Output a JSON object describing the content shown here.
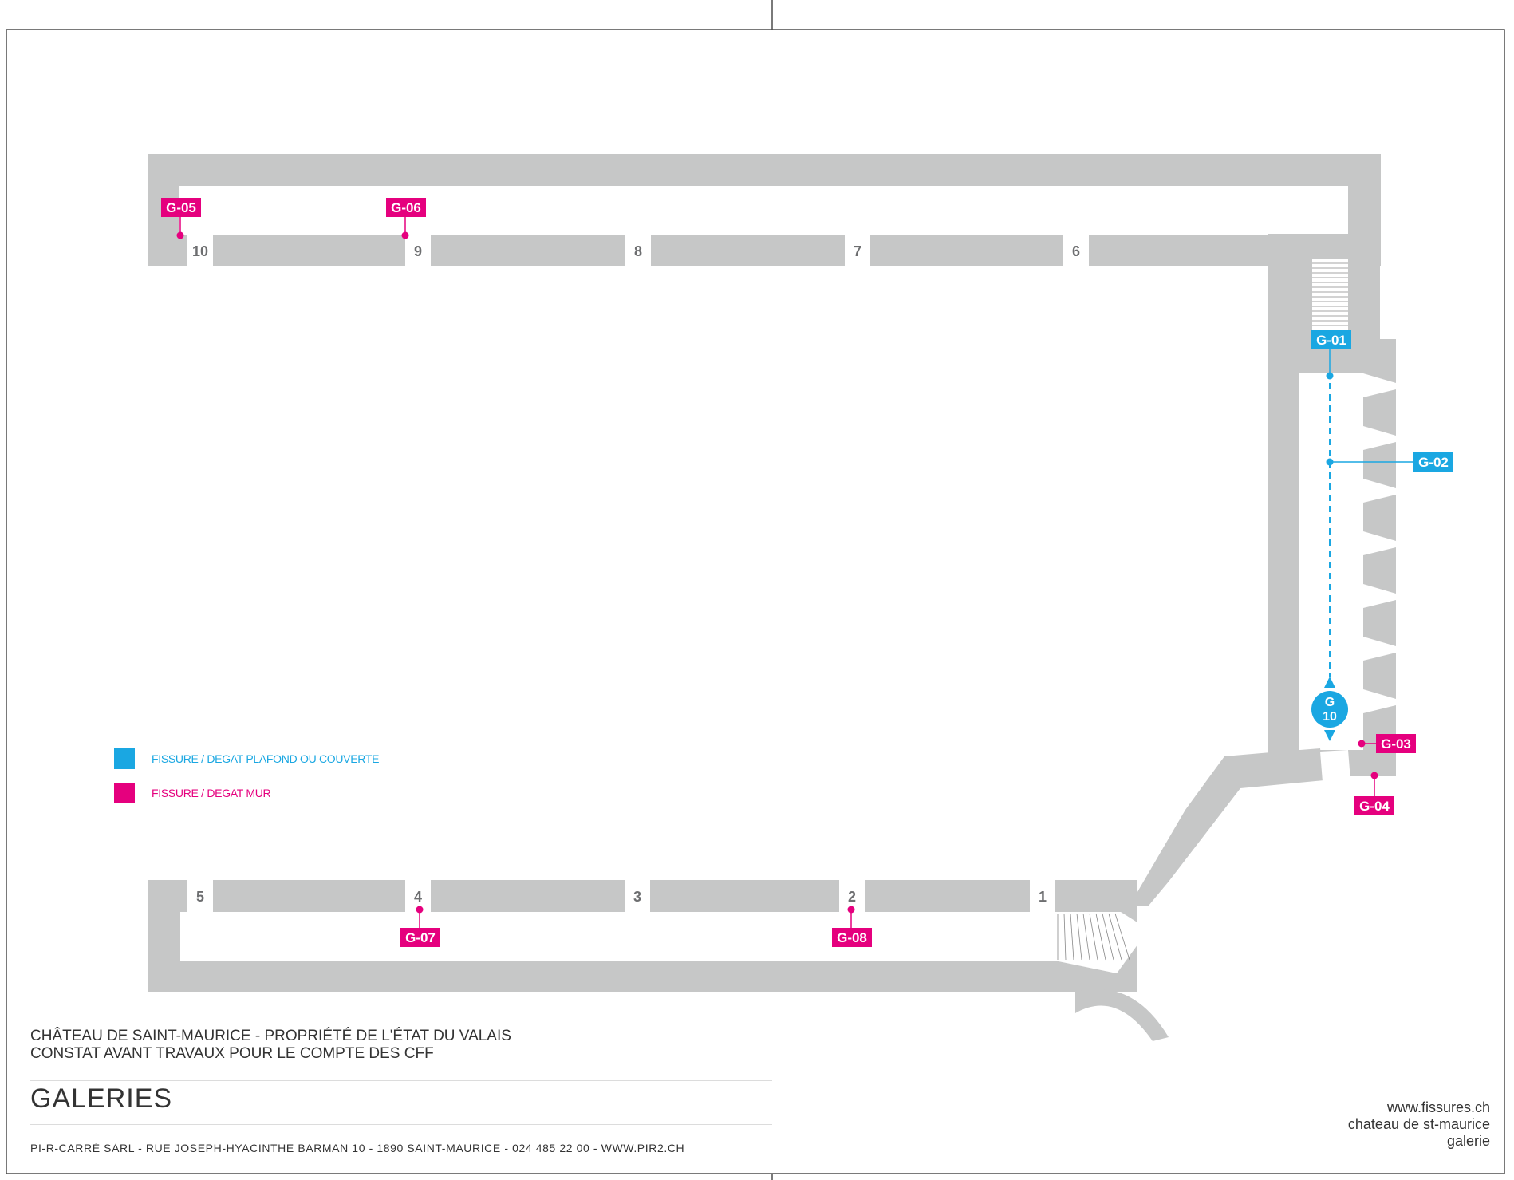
{
  "colors": {
    "wall": "#c6c7c7",
    "ceiling": "#1aa7e2",
    "wall_damage": "#e5007e",
    "outline": "#4d4d4d",
    "number_text": "#6d6e70"
  },
  "legend": {
    "ceiling": {
      "label": "FISSURE / DEGAT PLAFOND OU COUVERTE",
      "color": "#1aa7e2"
    },
    "wall": {
      "label": "FISSURE / DEGAT MUR",
      "color": "#e5007e"
    }
  },
  "openings": [
    "1",
    "2",
    "3",
    "4",
    "5",
    "6",
    "7",
    "8",
    "9",
    "10"
  ],
  "markers": {
    "g01": "G-01",
    "g02": "G-02",
    "g03": "G-03",
    "g04": "G-04",
    "g05": "G-05",
    "g06": "G-06",
    "g07": "G-07",
    "g08": "G-08",
    "g10": {
      "line1": "G",
      "line2": "10"
    }
  },
  "title_block": {
    "line1": "CHÂTEAU DE SAINT-MAURICE - PROPRIÉTÉ DE L'ÉTAT DU VALAIS",
    "line2": "CONSTAT AVANT TRAVAUX POUR LE COMPTE DES CFF",
    "title": "GALERIES",
    "footer": "PI-R-CARRÉ SÀRL - RUE JOSEPH-HYACINTHE BARMAN 10 - 1890 SAINT-MAURICE - 024 485 22 00 - WWW.PIR2.CH"
  },
  "site": {
    "url": "www.fissures.ch",
    "name": "chateau de st-maurice",
    "section": "galerie"
  }
}
